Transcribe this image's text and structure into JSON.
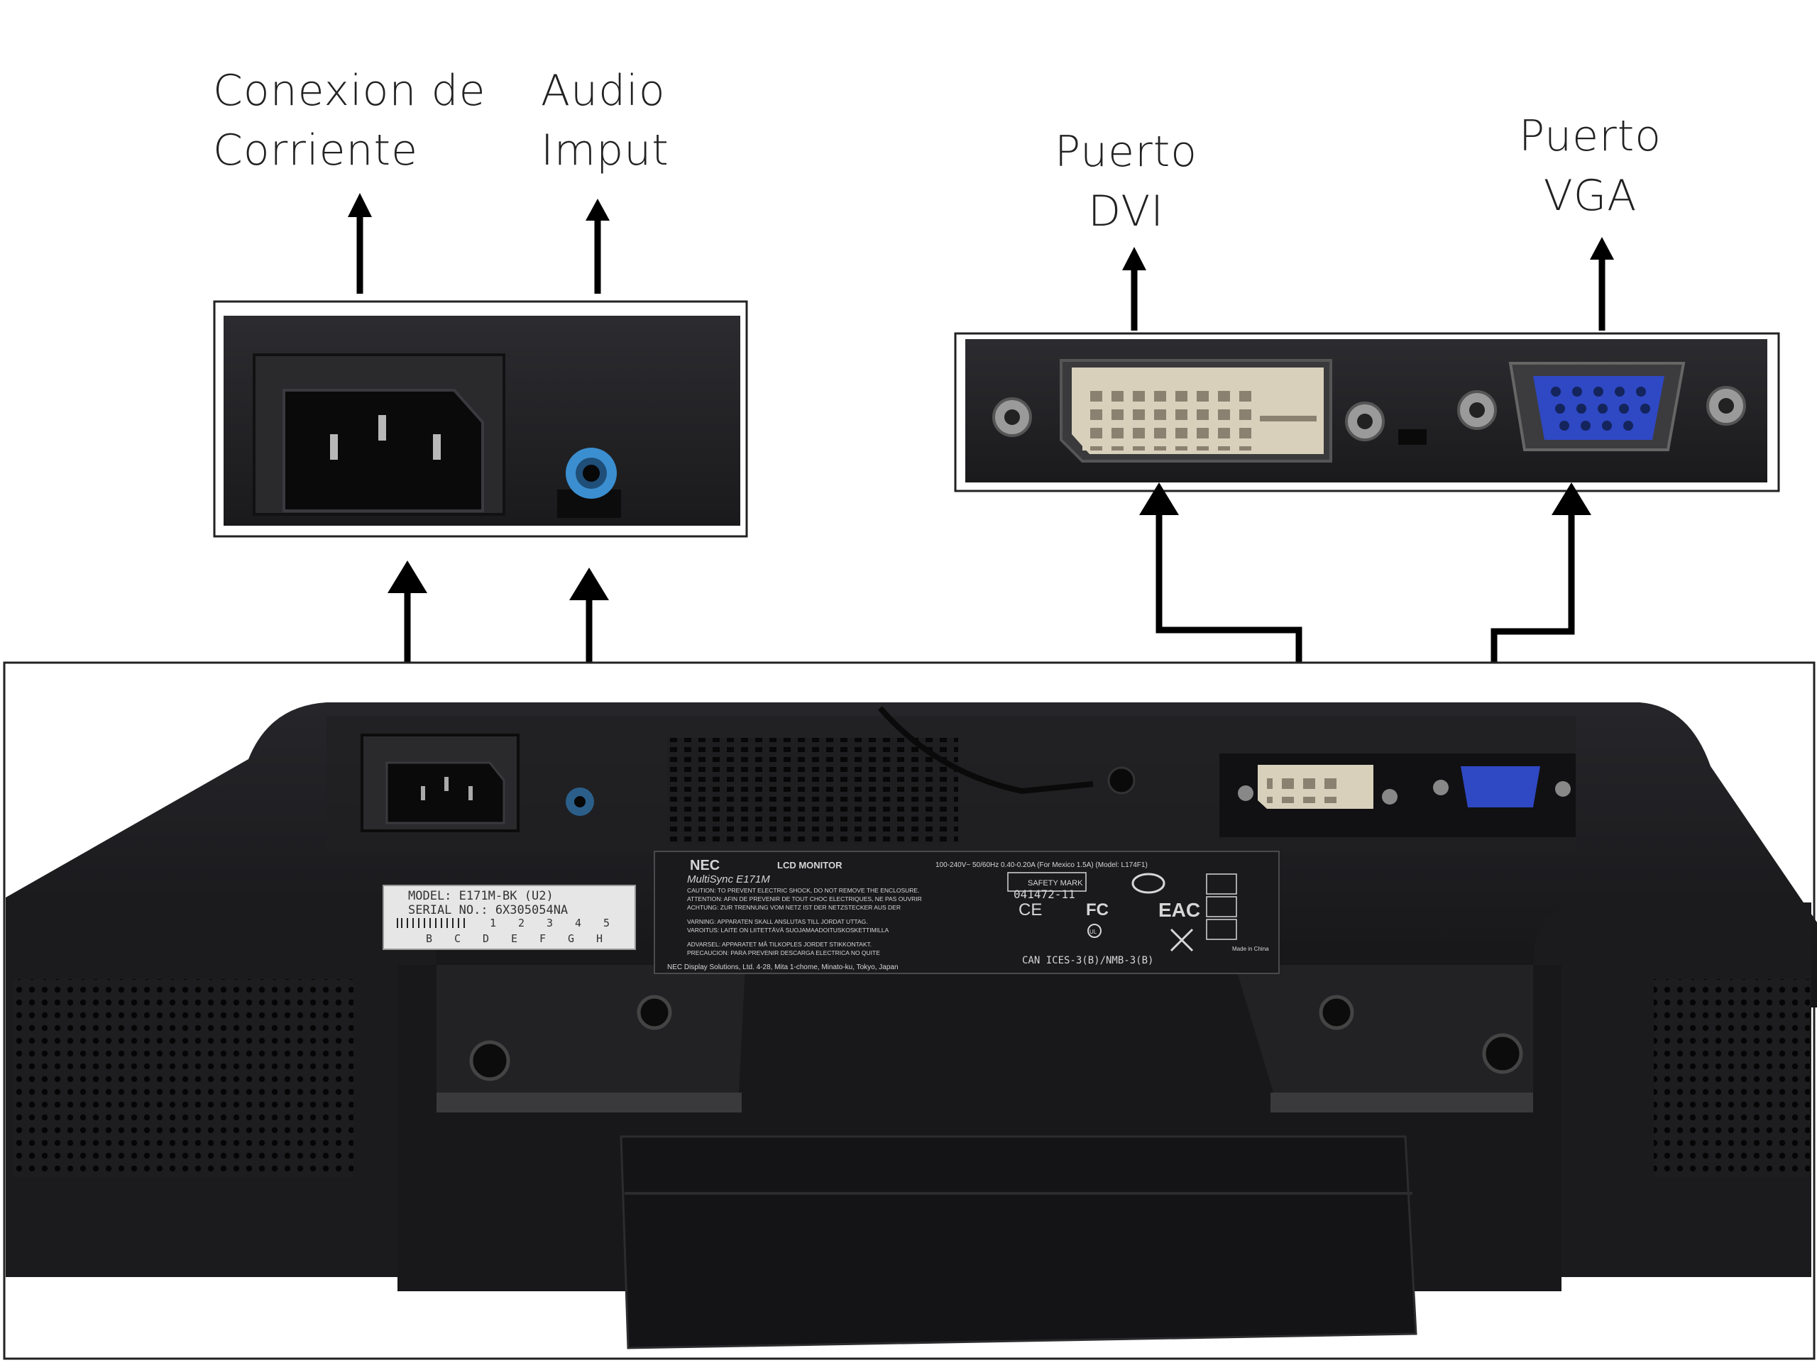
{
  "callouts": {
    "power": {
      "line1": "Conexion de",
      "line2": "Corriente"
    },
    "audio": {
      "line1": "Audio",
      "line2": "Imput"
    },
    "dvi": {
      "line1": "Puerto",
      "line2": "DVI"
    },
    "vga": {
      "line1": "Puerto",
      "line2": "VGA"
    }
  },
  "rating_label": {
    "brand": "NEC",
    "product_type": "LCD MONITOR",
    "series": "MultiSync E171M",
    "power_spec": "100-240V~ 50/60Hz 0.40-0.20A (For Mexico 1.5A) (Model: L174F1)",
    "warnings": [
      "CAUTION: TO PREVENT ELECTRIC SHOCK, DO NOT REMOVE THE ENCLOSURE.",
      "ATTENTION: AFIN DE PREVENIR DE TOUT CHOC ELECTRIQUES, NE PAS OUVRIR",
      "ACHTUNG: ZUR TRENNUNG VOM NETZ IST DER NETZSTECKER AUS DER",
      "VARNING: APPARATEN SKALL ANSLUTAS TILL JORDAT UTTAG.",
      "VAROITUS: LAITE ON LIITETTÄVÄ SUOJAMAADOITUSKOSKETTIMILLA",
      "ADVARSEL: APPARATET MÅ TILKOPLES JORDET STIKKONTAKT.",
      "PRECAUCION: PARA PREVENIR DESCARGA ELECTRICA NO QUITE"
    ],
    "safety_mark": "SAFETY MARK",
    "cert_number": "041472-11",
    "ce_mark": "CE",
    "fcc_mark": "FC",
    "eac_mark": "EAC",
    "ul_mark": "UL",
    "canada": "CAN ICES-3(B)/NMB-3(B)",
    "made_in": "Made in China",
    "manufacturer": "NEC Display Solutions, Ltd.   4-28, Mita 1-chome, Minato-ku, Tokyo, Japan"
  },
  "serial_sticker": {
    "model": "MODEL: E171M-BK   (U2)",
    "serial": "SERIAL NO.:  6X305054NA",
    "row1": [
      "1",
      "2",
      "3",
      "4",
      "5"
    ],
    "row2": [
      "B",
      "C",
      "D",
      "E",
      "F",
      "G",
      "H"
    ]
  },
  "colors": {
    "arrow": "#000000",
    "monitor_body": "#1c1c1e",
    "dvi_connector": "#d8d0bb",
    "vga_connector": "#2f48c4",
    "audio_jack": "#3b8fd0"
  }
}
